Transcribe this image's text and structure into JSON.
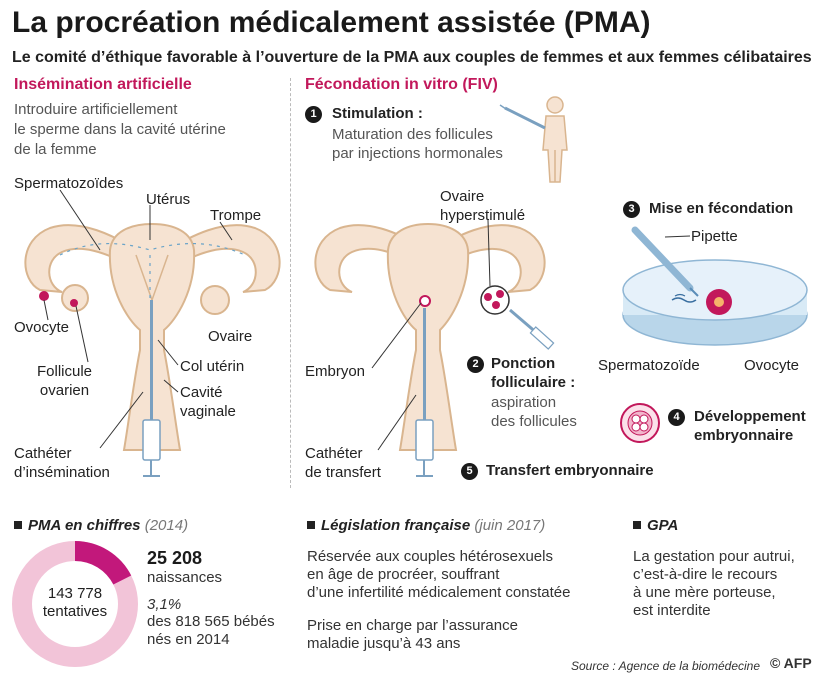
{
  "title": "La procréation médicalement assistée (PMA)",
  "subtitle": "Le comité d’éthique favorable à l’ouverture de la PMA aux couples de femmes et aux femmes célibataires",
  "insemination": {
    "heading": "Insémination artificielle",
    "description": [
      "Introduire artificiellement",
      "le sperme dans la cavité utérine",
      "de la femme"
    ],
    "labels": {
      "spermatozoides": "Spermatozoïdes",
      "uterus": "Utérus",
      "trompe": "Trompe",
      "ovocyte": "Ovocyte",
      "ovaire": "Ovaire",
      "follicule": [
        "Follicule",
        "ovarien"
      ],
      "col": "Col utérin",
      "cavite": [
        "Cavité",
        "vaginale"
      ],
      "catheter": [
        "Cathéter",
        "d’insémination"
      ]
    }
  },
  "fiv": {
    "heading": "Fécondation in vitro (FIV)",
    "steps": [
      {
        "num": "1",
        "title": "Stimulation :",
        "text": [
          "Maturation des follicules",
          "par injections hormonales"
        ]
      },
      {
        "num": "2",
        "title": [
          "Ponction",
          "folliculaire :"
        ],
        "text": [
          "aspiration",
          "des follicules"
        ]
      },
      {
        "num": "3",
        "title": "Mise en fécondation",
        "text": []
      },
      {
        "num": "4",
        "title": [
          "Développement",
          "embryonnaire"
        ],
        "text": []
      },
      {
        "num": "5",
        "title": "Transfert embryonnaire",
        "text": []
      }
    ],
    "labels": {
      "ovaire": [
        "Ovaire",
        "hyperstimulé"
      ],
      "embryon": "Embryon",
      "catheter": [
        "Cathéter",
        "de transfert"
      ],
      "pipette": "Pipette",
      "spermatozoide": "Spermatozoïde",
      "ovocyte": "Ovocyte"
    }
  },
  "chiffres": {
    "heading": "PMA en chiffres",
    "year": "(2014)",
    "tentatives": [
      "143 778",
      "tentatives"
    ],
    "naissances_value": "25 208",
    "naissances_label": "naissances",
    "pct": "3,1%",
    "pct_text": [
      "des 818 565 bébés",
      "nés en 2014"
    ]
  },
  "chart_data": {
    "type": "pie",
    "categories": [
      "naissances",
      "tentatives"
    ],
    "values": [
      25208,
      143778
    ],
    "colors": [
      "#c2187b",
      "#f2c4d8"
    ]
  },
  "legislation": {
    "heading": "Législation française",
    "date": "(juin 2017)",
    "p1": [
      "Réservée aux couples hétérosexuels",
      "en âge de procréer, souffrant",
      "d’une infertilité médicalement constatée"
    ],
    "p2": [
      "Prise en charge par l’assurance",
      "maladie jusqu’à 43 ans"
    ]
  },
  "gpa": {
    "heading": "GPA",
    "text": [
      "La gestation pour autrui,",
      "c’est-à-dire le recours",
      "à une mère porteuse,",
      "est interdite"
    ]
  },
  "source": "Source : Agence de la biomédecine",
  "credit": "© AFP",
  "colors": {
    "accent": "#c2185b",
    "uterus": "#f6e3d2",
    "uterus_edge": "#d9b58f",
    "dish": "#d8eaf6"
  }
}
